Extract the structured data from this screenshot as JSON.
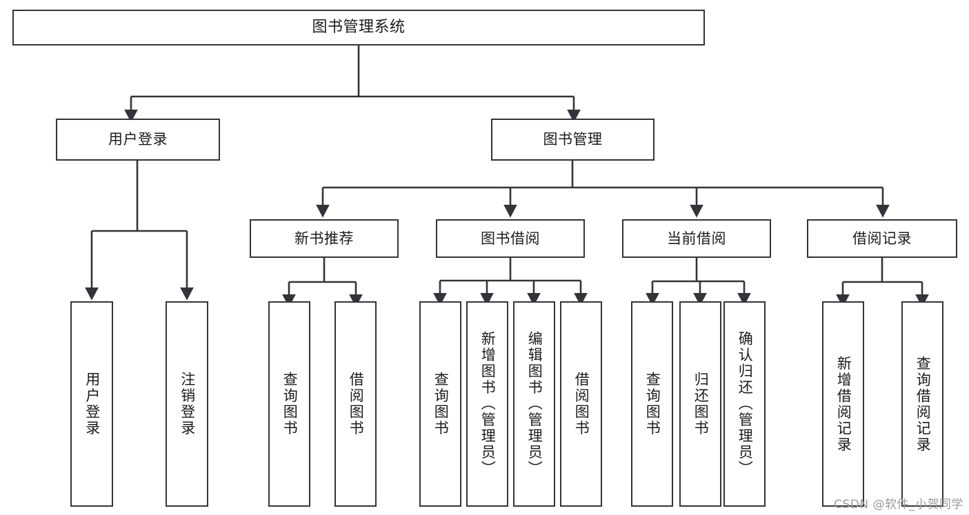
{
  "diagram": {
    "title": "图书管理系统",
    "type": "tree-hierarchy-chart",
    "background_color": "#ffffff",
    "line_color": "#33333a",
    "text_color": "#1b1b1f",
    "watermark": "CSDN @软件_小贺同学"
  },
  "nodes": {
    "root": {
      "label": "图书管理系统"
    },
    "level2": [
      {
        "label": "用户登录"
      },
      {
        "label": "图书管理"
      }
    ],
    "level3": [
      {
        "label": "新书推荐"
      },
      {
        "label": "图书借阅"
      },
      {
        "label": "当前借阅"
      },
      {
        "label": "借阅记录"
      }
    ],
    "leaves_user_login": [
      {
        "label": "用户登录"
      },
      {
        "label": "注销登录"
      }
    ],
    "leaves_new_book": [
      {
        "label": "查询图书"
      },
      {
        "label": "借阅图书"
      }
    ],
    "leaves_borrow": [
      {
        "label": "查询图书"
      },
      {
        "label": "新增图书（管理员）"
      },
      {
        "label": "编辑图书（管理员）"
      },
      {
        "label": "借阅图书"
      }
    ],
    "leaves_current": [
      {
        "label": "查询图书"
      },
      {
        "label": "归还图书"
      },
      {
        "label": "确认归还（管理员）"
      }
    ],
    "leaves_records": [
      {
        "label": "新增借阅记录"
      },
      {
        "label": "查询借阅记录"
      }
    ]
  }
}
